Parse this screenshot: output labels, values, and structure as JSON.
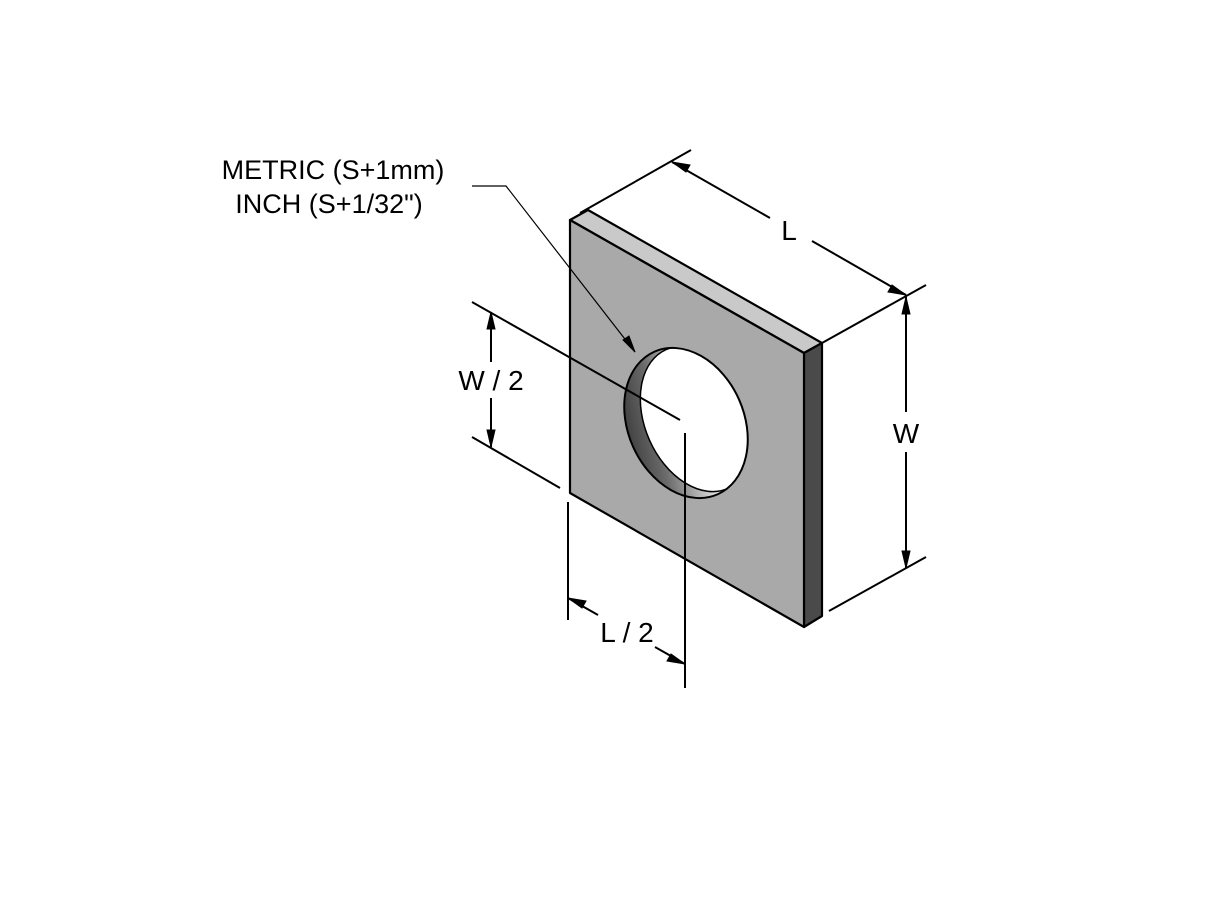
{
  "callout": {
    "line1": "METRIC (S+1mm)",
    "line2": "INCH (S+1/32\")"
  },
  "dimensions": {
    "length": "L",
    "width": "W",
    "half_width": "W / 2",
    "half_length": "L / 2"
  },
  "colors": {
    "front_face": "#a9a9a9",
    "top_edge": "#c9c9c9",
    "side_edge": "#4a4a4a",
    "line": "#000000"
  }
}
